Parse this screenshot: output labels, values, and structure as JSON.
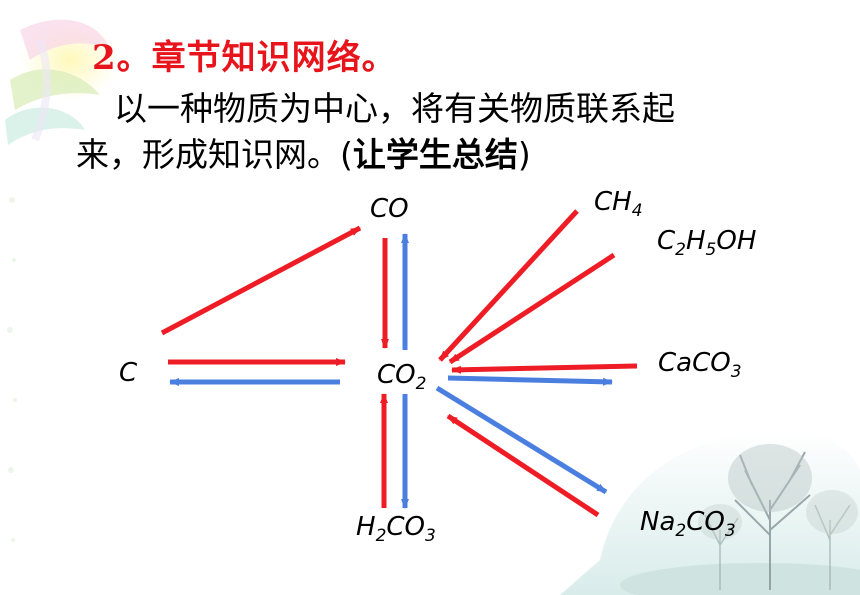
{
  "slide": {
    "title": "2。章节知识网络。",
    "body_line1": "以一种物质为中心，将有关物质联系起",
    "body_line2_plain": "来，形成知识网。(",
    "body_line2_bold": "让学生总结",
    "body_line2_close": ")"
  },
  "diagram": {
    "center": "CO2",
    "nodes": [
      {
        "id": "C",
        "label": "C"
      },
      {
        "id": "CO",
        "label": "CO"
      },
      {
        "id": "CO2",
        "label": "CO2"
      },
      {
        "id": "CH4",
        "label": "CH4"
      },
      {
        "id": "C2H5OH",
        "label": "C2H5OH"
      },
      {
        "id": "CaCO3",
        "label": "CaCO3"
      },
      {
        "id": "Na2CO3",
        "label": "Na2CO3"
      },
      {
        "id": "H2CO3",
        "label": "H2CO3"
      }
    ],
    "edges": [
      {
        "from": "C",
        "to": "CO",
        "color": "red"
      },
      {
        "from": "C",
        "to": "CO2",
        "color": "red"
      },
      {
        "from": "CO2",
        "to": "C",
        "color": "blue"
      },
      {
        "from": "CO",
        "to": "CO2",
        "color": "red"
      },
      {
        "from": "CO2",
        "to": "CO",
        "color": "blue"
      },
      {
        "from": "CH4",
        "to": "CO2",
        "color": "red"
      },
      {
        "from": "C2H5OH",
        "to": "CO2",
        "color": "red"
      },
      {
        "from": "CaCO3",
        "to": "CO2",
        "color": "red"
      },
      {
        "from": "CO2",
        "to": "CaCO3",
        "color": "blue"
      },
      {
        "from": "Na2CO3",
        "to": "CO2",
        "color": "red"
      },
      {
        "from": "CO2",
        "to": "Na2CO3",
        "color": "blue"
      },
      {
        "from": "H2CO3",
        "to": "CO2",
        "color": "red"
      },
      {
        "from": "CO2",
        "to": "H2CO3",
        "color": "blue"
      }
    ],
    "colors": {
      "red": "#ee1c25",
      "blue": "#4a7fe0"
    }
  }
}
